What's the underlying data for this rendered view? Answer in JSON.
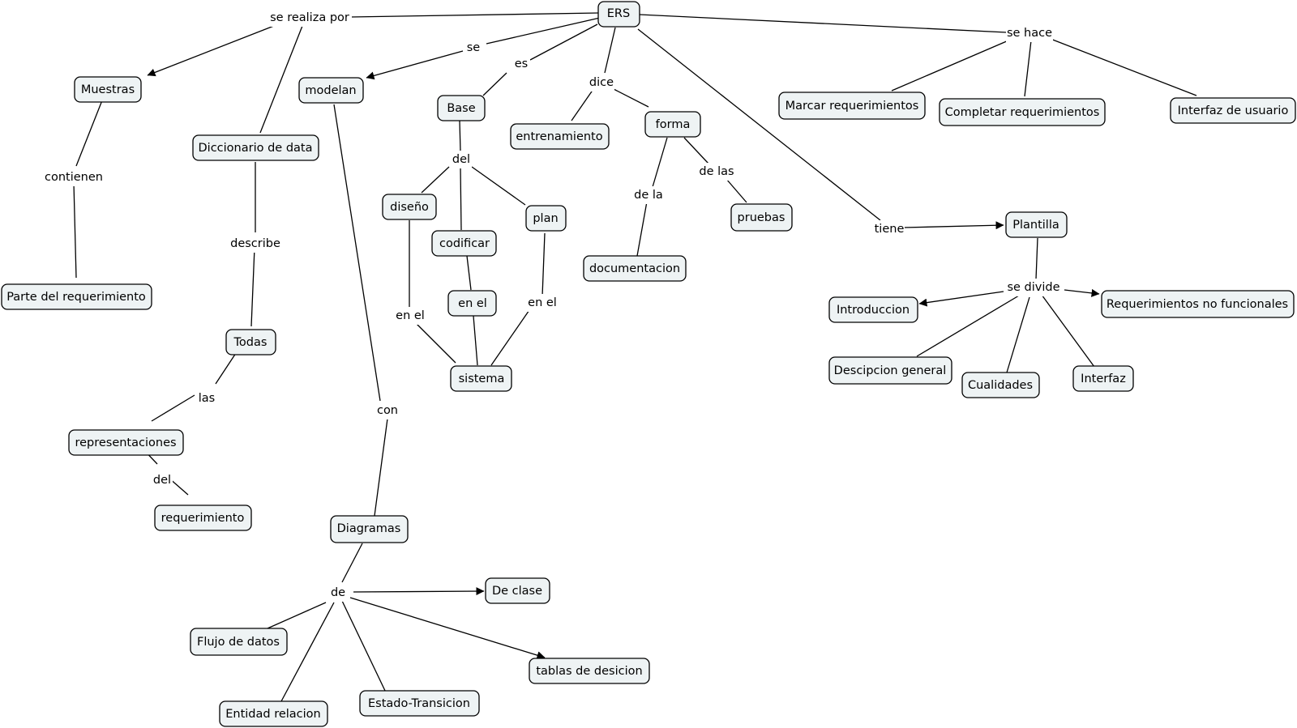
{
  "concepts": {
    "ers": "ERS",
    "muestras": "Muestras",
    "parte_del_requerimiento": "Parte del requerimiento",
    "diccionario_de_data": "Diccionario de data",
    "todas": "Todas",
    "representaciones": "representaciones",
    "requerimiento": "requerimiento",
    "modelan": "modelan",
    "diagramas": "Diagramas",
    "de_clase": "De clase",
    "flujo_de_datos": "Flujo de datos",
    "entidad_relacion": "Entidad relacion",
    "estado_transicion": "Estado-Transicion",
    "tablas_de_desicion": "tablas de desicion",
    "base": "Base",
    "diseno": "diseño",
    "codificar": "codificar",
    "plan": "plan",
    "en_el_node": "en  el",
    "sistema": "sistema",
    "entrenamiento": "entrenamiento",
    "forma": "forma",
    "documentacion": "documentacion",
    "pruebas": "pruebas",
    "marcar_requerimientos": "Marcar requerimientos",
    "completar_requerimientos": "Completar requerimientos",
    "interfaz_de_usuario": "Interfaz de usuario",
    "plantilla": "Plantilla",
    "introduccion": "Introduccion",
    "requerimientos_no_funcionales": "Requerimientos no funcionales",
    "descipcion_general": "Descipcion general",
    "cualidades": "Cualidades",
    "interfaz": "Interfaz"
  },
  "linking_phrases": {
    "se_realiza_por": "se realiza por",
    "contienen": "contienen",
    "describe": "describe",
    "las": "las",
    "del_repr": "del",
    "se": "se",
    "con": "con",
    "de": "de",
    "es": "es",
    "del_base": "del",
    "en_el_diseno": "en el",
    "en_el_plan": "en el",
    "dice": "dice",
    "de_la": "de la",
    "de_las": "de las",
    "se_hace": "se hace",
    "tiene": "tiene",
    "se_divide": "se divide"
  }
}
